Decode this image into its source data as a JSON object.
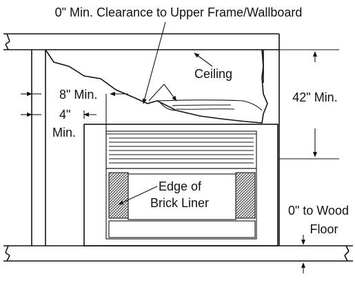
{
  "labels": {
    "top_clearance": "0\" Min. Clearance to Upper Frame/Wallboard",
    "ceiling": "Ceiling",
    "side_8_min": "8\" Min.",
    "side_4": "4\"",
    "side_4_min": "Min.",
    "height_42_min": "42\" Min.",
    "edge_line1": "Edge of",
    "edge_line2": "Brick Liner",
    "floor_line1": "0\" to Wood",
    "floor_line2": "Floor"
  },
  "colors": {
    "ink": "#111111",
    "background": "#ffffff",
    "brick_hatch": "#333333"
  }
}
